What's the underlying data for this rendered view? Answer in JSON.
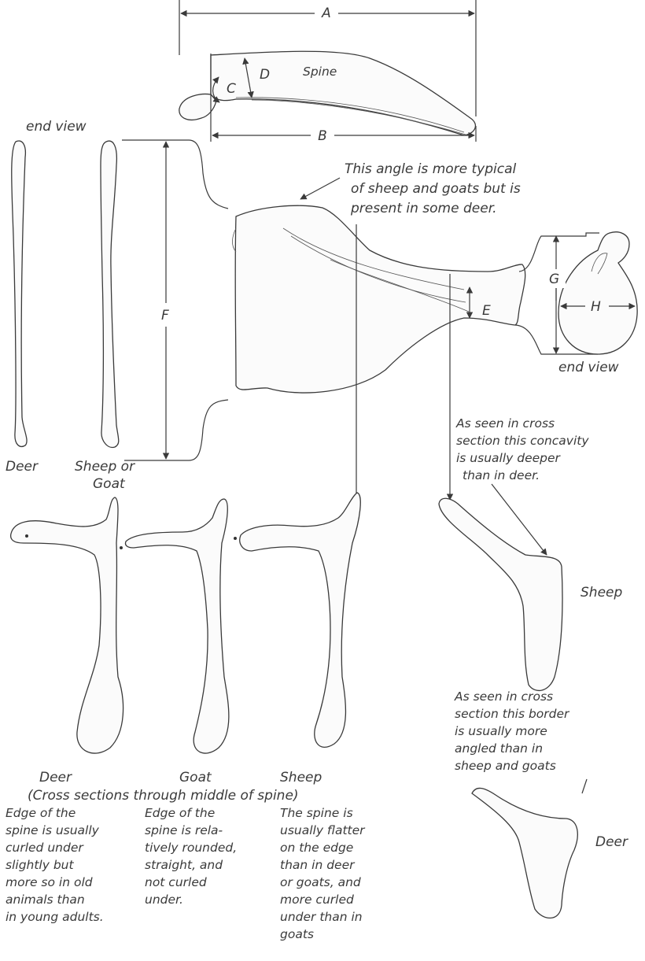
{
  "dimensions": {
    "A": "A",
    "B": "B",
    "C": "C",
    "D": "D",
    "E": "E",
    "F": "F",
    "G": "G",
    "H": "H"
  },
  "top_view": {
    "spine_label": "Spine"
  },
  "end_views": {
    "caption_left": "end view",
    "caption_right": "end view",
    "deer": "Deer",
    "sheep_goat_line1": "Sheep or",
    "sheep_goat_line2": "Goat"
  },
  "angle_note": [
    "This angle is more typical",
    "of sheep and goats but is",
    "present in some deer."
  ],
  "concavity_note": [
    "As seen in cross",
    "section this concavity",
    "is usually deeper",
    "than in deer."
  ],
  "border_note": [
    "As seen in cross",
    "section this border",
    "is usually more",
    "angled than in",
    "sheep and goats"
  ],
  "side_sections": {
    "sheep": "Sheep",
    "deer": "Deer"
  },
  "cross_sections": {
    "deer": "Deer",
    "goat": "Goat",
    "sheep": "Sheep",
    "caption": "(Cross sections through middle of spine)"
  },
  "descriptions": {
    "deer": [
      "Edge of the",
      "spine is usually",
      "curled under",
      "slightly but",
      "more so in old",
      "animals than",
      "in young adults."
    ],
    "goat": [
      "Edge of the",
      "spine is rela-",
      "tively rounded,",
      "straight, and",
      "not curled",
      "under."
    ],
    "sheep": [
      "The spine is",
      "usually flatter",
      "on the edge",
      "than in deer",
      "or goats, and",
      "more curled",
      "under than in",
      "goats"
    ]
  }
}
